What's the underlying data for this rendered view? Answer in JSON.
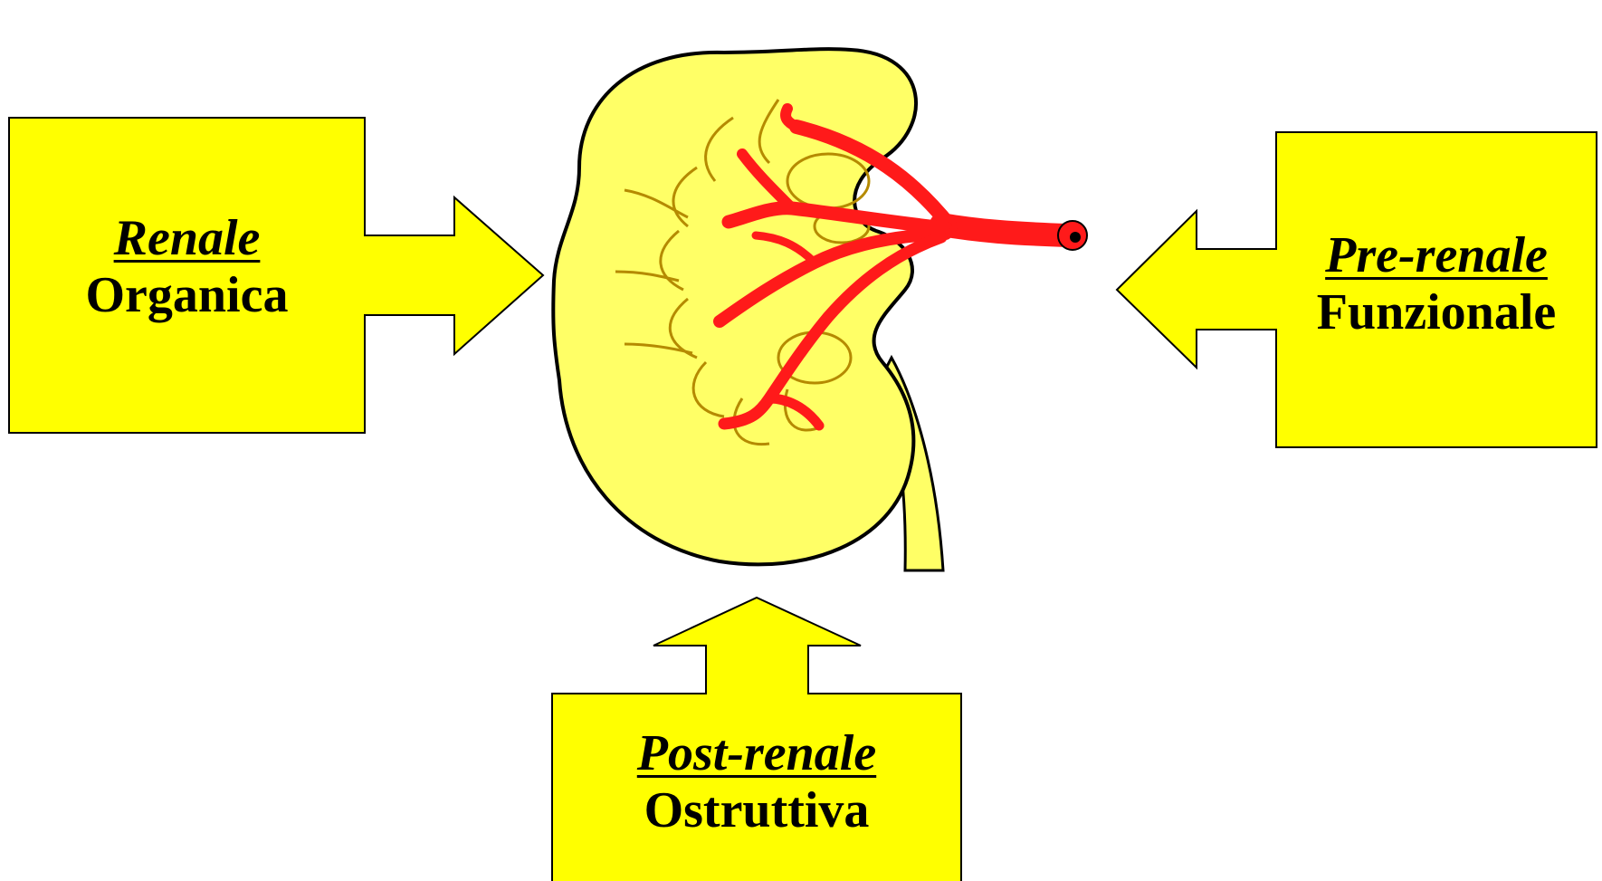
{
  "colors": {
    "box_fill": "#ffff00",
    "kidney_fill": "#ffff66",
    "artery": "#ff1a1a",
    "outline": "#000000"
  },
  "boxes": {
    "left": {
      "title": "Renale",
      "subtitle": "Organica"
    },
    "right": {
      "title": "Pre-renale",
      "subtitle": "Funzionale"
    },
    "bottom": {
      "title": "Post-renale",
      "subtitle": "Ostruttiva"
    }
  },
  "illustration": {
    "icon": "kidney-icon"
  }
}
